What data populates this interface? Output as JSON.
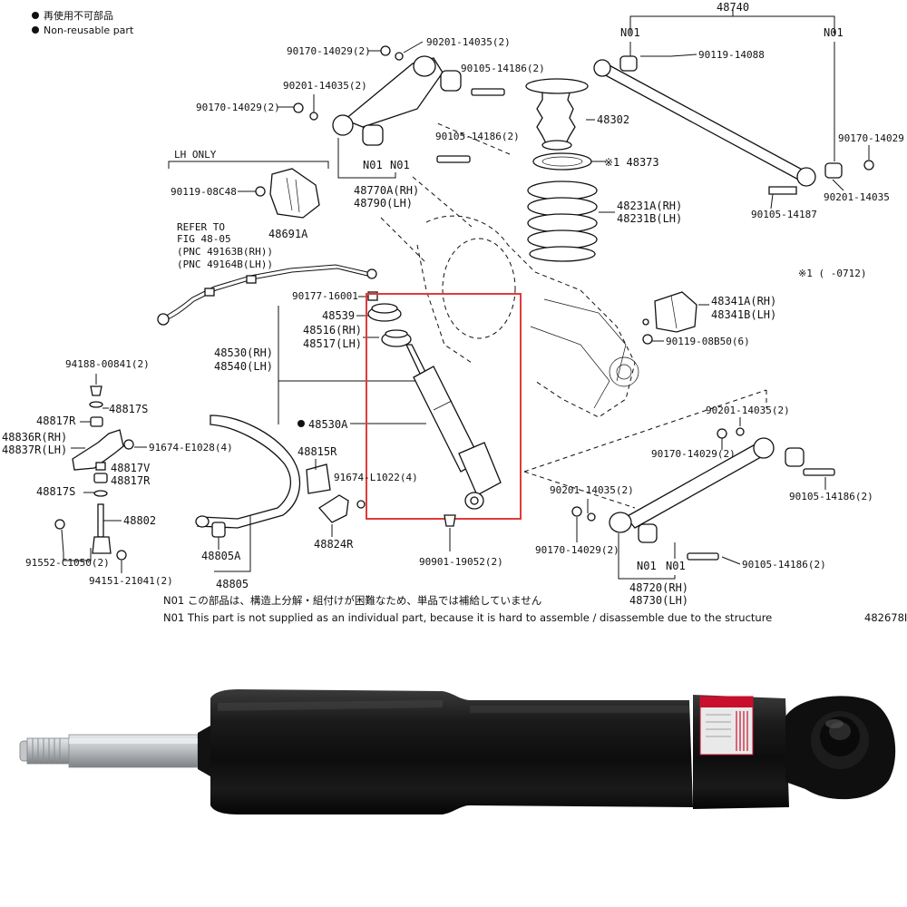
{
  "legend": {
    "jp": "再使用不可部品",
    "en": "Non-reusable part"
  },
  "labels": {
    "p48740": "48740",
    "n01_a": "N01",
    "n01_b": "N01",
    "p90119_14088": "90119-14088",
    "p90170_14029_tr": "90170-14029",
    "p90201_14035_tr": "90201-14035",
    "p90105_14187": "90105-14187",
    "p90170_14029_2a": "90170-14029(2)",
    "p90201_14035_2a": "90201-14035(2)",
    "p90105_14186_2a": "90105-14186(2)",
    "p90201_14035_2b": "90201-14035(2)",
    "p90170_14029_2b": "90170-14029(2)",
    "p90105_14186_2b": "90105-14186(2)",
    "n01_c": "N01",
    "n01_d": "N01",
    "p48770a": "48770A(RH)",
    "p48790": "48790(LH)",
    "p48302": "48302",
    "p48373": "※1 48373",
    "p48231a": "48231A(RH)",
    "p48231b": "48231B(LH)",
    "lh_only": "LH ONLY",
    "p90119_08c48": "90119-08C48",
    "p48691a": "48691A",
    "refer1": "REFER TO",
    "refer2": "FIG 48-05",
    "refer3": "(PNC 49163B(RH))",
    "refer4": "(PNC 49164B(LH))",
    "note1": "※1 (    -0712)",
    "p90177_16001": "90177-16001",
    "p48539": "48539",
    "p48516": "48516(RH)",
    "p48517": "48517(LH)",
    "p48530": "48530(RH)",
    "p48540": "48540(LH)",
    "p48530a": "48530A",
    "p48341a": "48341A(RH)",
    "p48341b": "48341B(LH)",
    "p90119_08b50": "90119-08B50(6)",
    "p94188_00841": "94188-00841(2)",
    "p48817s_a": "48817S",
    "p48817r_a": "48817R",
    "p48836r": "48836R(RH)",
    "p48837r": "48837R(LH)",
    "p91674_e1028": "91674-E1028(4)",
    "p48817v": "48817V",
    "p48817r_b": "48817R",
    "p48817s_b": "48817S",
    "p48802": "48802",
    "p91552_c1050": "91552-C1050(2)",
    "p94151_21041": "94151-21041(2)",
    "p48815r": "48815R",
    "p91674_l1022": "91674-L1022(4)",
    "p48824r": "48824R",
    "p48805a": "48805A",
    "p48805": "48805",
    "p90901_19052": "90901-19052(2)",
    "p90201_14035_2c": "90201-14035(2)",
    "p90170_14029_2c": "90170-14029(2)",
    "p90105_14186_2c": "90105-14186(2)",
    "p90201_14035_2d": "90201-14035(2)",
    "p90170_14029_2d": "90170-14029(2)",
    "p90105_14186_2d": "90105-14186(2)",
    "n01_e": "N01",
    "n01_f": "N01",
    "p48720": "48720(RH)",
    "p48730": "48730(LH)"
  },
  "notes": {
    "jp": "N01  この部品は、構造上分解・組付けが困難なため、単品では補給していません",
    "en": "N01  This part is not supplied as an individual part, because it is hard to assemble / disassemble due to the structure",
    "figure_id": "482678I"
  },
  "colors": {
    "highlight_box": "#e23a3a",
    "ink": "#111111",
    "shock_body": "#141414",
    "rod": "#b9bcbf",
    "label_red": "#c8102e"
  }
}
